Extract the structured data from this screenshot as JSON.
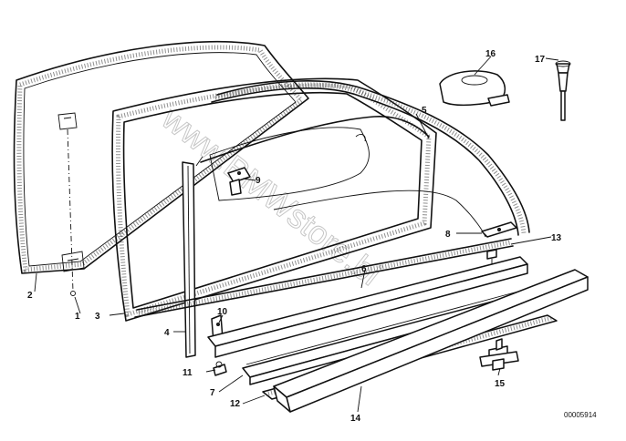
{
  "callouts": [
    "1",
    "2",
    "3",
    "4",
    "5",
    "6",
    "7",
    "8",
    "9",
    "10",
    "11",
    "12",
    "13",
    "14",
    "15",
    "16",
    "17"
  ],
  "watermark": "www.BMWstore.bi",
  "catalog_number": "00005914"
}
